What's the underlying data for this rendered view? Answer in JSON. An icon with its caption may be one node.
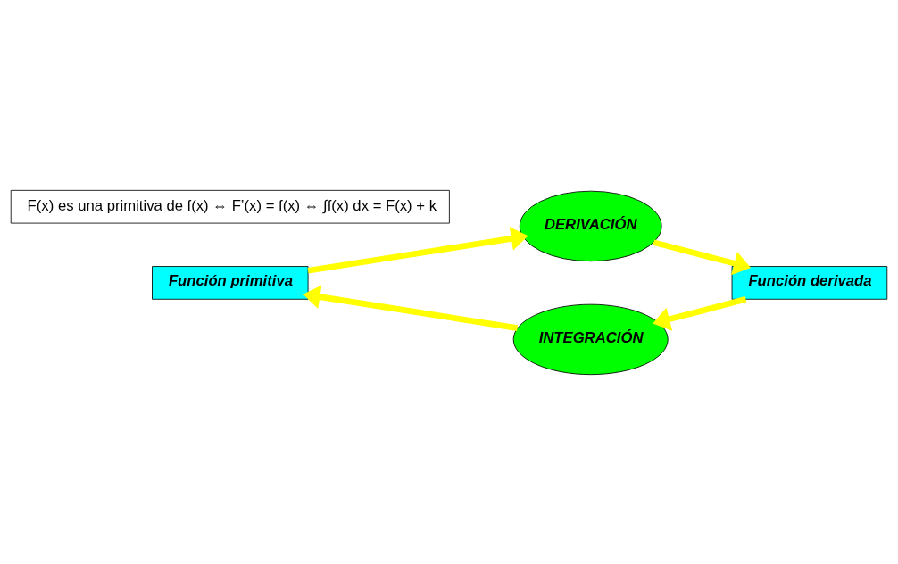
{
  "diagram": {
    "nodes": [
      {
        "text": [
          "Función primitiva"
        ]
      },
      {
        "text": [
          "DERIVACIÓN"
        ]
      },
      {
        "text": [
          "Función derivada"
        ]
      },
      {
        "text": [
          "INTEGRACIÓN"
        ]
      },
      {
        "text": [
          "F(x) es una primitiva de f(x) ⇔ F’(x) = f(x) ⇔ ∫f(x) dx = F(x) + k"
        ]
      }
    ],
    "edges": [
      {
        "from": 0,
        "to": 1,
        "arrow": "to",
        "color": "#ffff00"
      },
      {
        "from": 1,
        "to": 2,
        "arrow": "to",
        "color": "#ffff00"
      },
      {
        "from": 2,
        "to": 3,
        "arrow": "to",
        "color": "#ffff00"
      },
      {
        "from": 3,
        "to": 0,
        "arrow": "to",
        "color": "#ffff00"
      }
    ]
  }
}
